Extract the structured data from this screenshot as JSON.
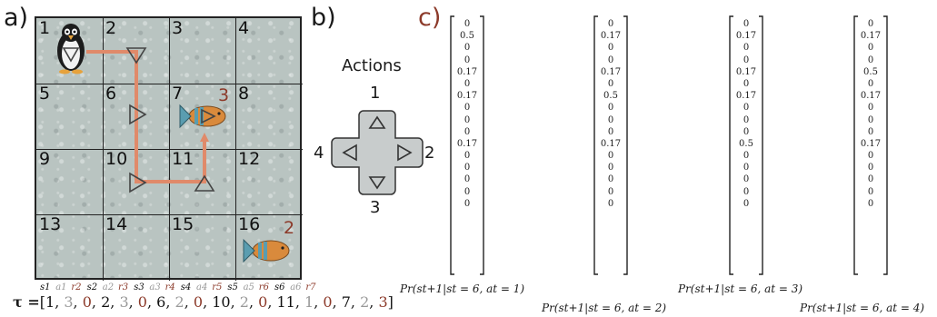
{
  "panels": {
    "a": "a)",
    "b": "b)",
    "c": "c)"
  },
  "grid": {
    "cells": [
      "1",
      "2",
      "3",
      "4",
      "5",
      "6",
      "7",
      "8",
      "9",
      "10",
      "11",
      "12",
      "13",
      "14",
      "15",
      "16"
    ],
    "rewards": {
      "cell7": "3",
      "cell16": "2"
    },
    "icons": {
      "agent": "penguin-icon",
      "reward": "fish-icon",
      "marker": "triangle-marker-icon"
    }
  },
  "trajectory": {
    "subs": [
      "s1",
      "a1",
      "r2",
      "s2",
      "a2",
      "r3",
      "s3",
      "a3",
      "r4",
      "s4",
      "a4",
      "r5",
      "s5",
      "a5",
      "r6",
      "s6",
      "a6",
      "r7"
    ],
    "prefix": "τ =",
    "values": [
      "1",
      "3",
      "0",
      "2",
      "3",
      "0",
      "6",
      "2",
      "0",
      "10",
      "2",
      "0",
      "11",
      "1",
      "0",
      "7",
      "2",
      "3"
    ]
  },
  "actions": {
    "title": "Actions",
    "up": "1",
    "right": "2",
    "down": "3",
    "left": "4"
  },
  "vectors": [
    {
      "caption": "Pr(st+1|st = 6, at = 1)",
      "entries": [
        "0",
        "0.5",
        "0",
        "0",
        "0.17",
        "0",
        "0.17",
        "0",
        "0",
        "0",
        "0.17",
        "0",
        "0",
        "0",
        "0",
        "0"
      ]
    },
    {
      "caption": "Pr(st+1|st = 6, at = 2)",
      "entries": [
        "0",
        "0.17",
        "0",
        "0",
        "0.17",
        "0",
        "0.5",
        "0",
        "0",
        "0",
        "0.17",
        "0",
        "0",
        "0",
        "0",
        "0"
      ]
    },
    {
      "caption": "Pr(st+1|st = 6, at = 3)",
      "entries": [
        "0",
        "0.17",
        "0",
        "0",
        "0.17",
        "0",
        "0.17",
        "0",
        "0",
        "0",
        "0.5",
        "0",
        "0",
        "0",
        "0",
        "0"
      ]
    },
    {
      "caption": "Pr(st+1|st = 6, at = 4)",
      "entries": [
        "0",
        "0.17",
        "0",
        "0",
        "0.5",
        "0",
        "0.17",
        "0",
        "0",
        "0",
        "0.17",
        "0",
        "0",
        "0",
        "0",
        "0"
      ]
    }
  ],
  "colors": {
    "path": "#e08a6a",
    "reward": "#8c3a2a",
    "gridBg": "#b9c4c1",
    "dpad": "#c8cccc"
  }
}
